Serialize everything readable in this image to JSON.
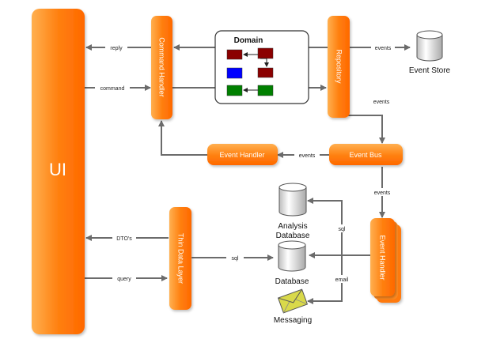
{
  "nodes": {
    "ui": "UI",
    "command_handler": "Command Handler",
    "repository": "Repository",
    "event_handler_top": "Event Handler",
    "event_bus": "Event Bus",
    "thin_data_layer": "Thin Data Layer",
    "event_handler_right": "Event Handler",
    "domain": "Domain"
  },
  "stores": {
    "event_store": "Event Store",
    "analysis_database_line1": "Analysis",
    "analysis_database_line2": "Database",
    "database": "Database",
    "messaging": "Messaging"
  },
  "edges": {
    "reply": "reply",
    "command": "command",
    "events_repo_store": "events",
    "events_repo_bus": "events",
    "events_bus_handler": "events",
    "events_bus_handler_right": "events",
    "dtos": "DTO's",
    "query": "query",
    "sql_thin_db": "sql",
    "sql_handler_analysis": "sql",
    "email": "email"
  },
  "colors": {
    "orange_light": "#ffa03a",
    "orange_dark": "#ff6a00",
    "arrow": "#6b6b6b",
    "domain_red": "#8b0000",
    "domain_blue": "#0000ff",
    "domain_green": "#008000",
    "envelope": "#d9d94a"
  }
}
